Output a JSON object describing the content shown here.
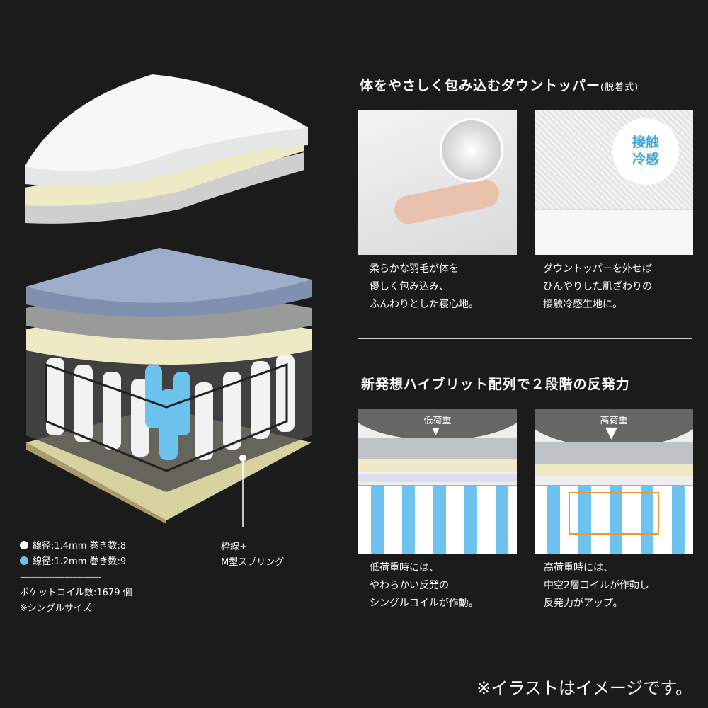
{
  "left": {
    "frame_label_1": "枠線+",
    "frame_label_2": "M型スプリング",
    "legend": [
      {
        "text": "線径:1.4mm 巻き数:8",
        "color": "#ffffff"
      },
      {
        "text": "線径:1.2mm 巻き数:9",
        "color": "#6cc4ee"
      }
    ],
    "divider": "-------------------------------",
    "coil_count": "ポケットコイル数:1679 個",
    "note": "※シングルサイズ"
  },
  "top": {
    "title": "体をやさしく包み込むダウントッパー",
    "title_suffix": "(脱着式)",
    "badge_1": "接触",
    "badge_2": "冷感",
    "caption_left": [
      "柔らかな羽毛が体を",
      "優しく包み込み、",
      "ふんわりとした寝心地。"
    ],
    "caption_right": [
      "ダウントッパーを外せば",
      "ひんやりした肌ざわりの",
      "接触冷感生地に。"
    ]
  },
  "bottom": {
    "title": "新発想ハイブリット配列で２段階の反発力",
    "low_label": "低荷重",
    "high_label": "高荷重",
    "caption_left": [
      "低荷重時には、",
      "やわらかい反発の",
      "シングルコイルが作動。"
    ],
    "caption_right": [
      "高荷重時には、",
      "中空2層コイルが作動し",
      "反発力がアップ。"
    ]
  },
  "footer": "※イラストはイメージです。",
  "colors": {
    "bg": "#1b1b1b",
    "blue": "#6cc4ee",
    "orange": "#f0962a"
  }
}
